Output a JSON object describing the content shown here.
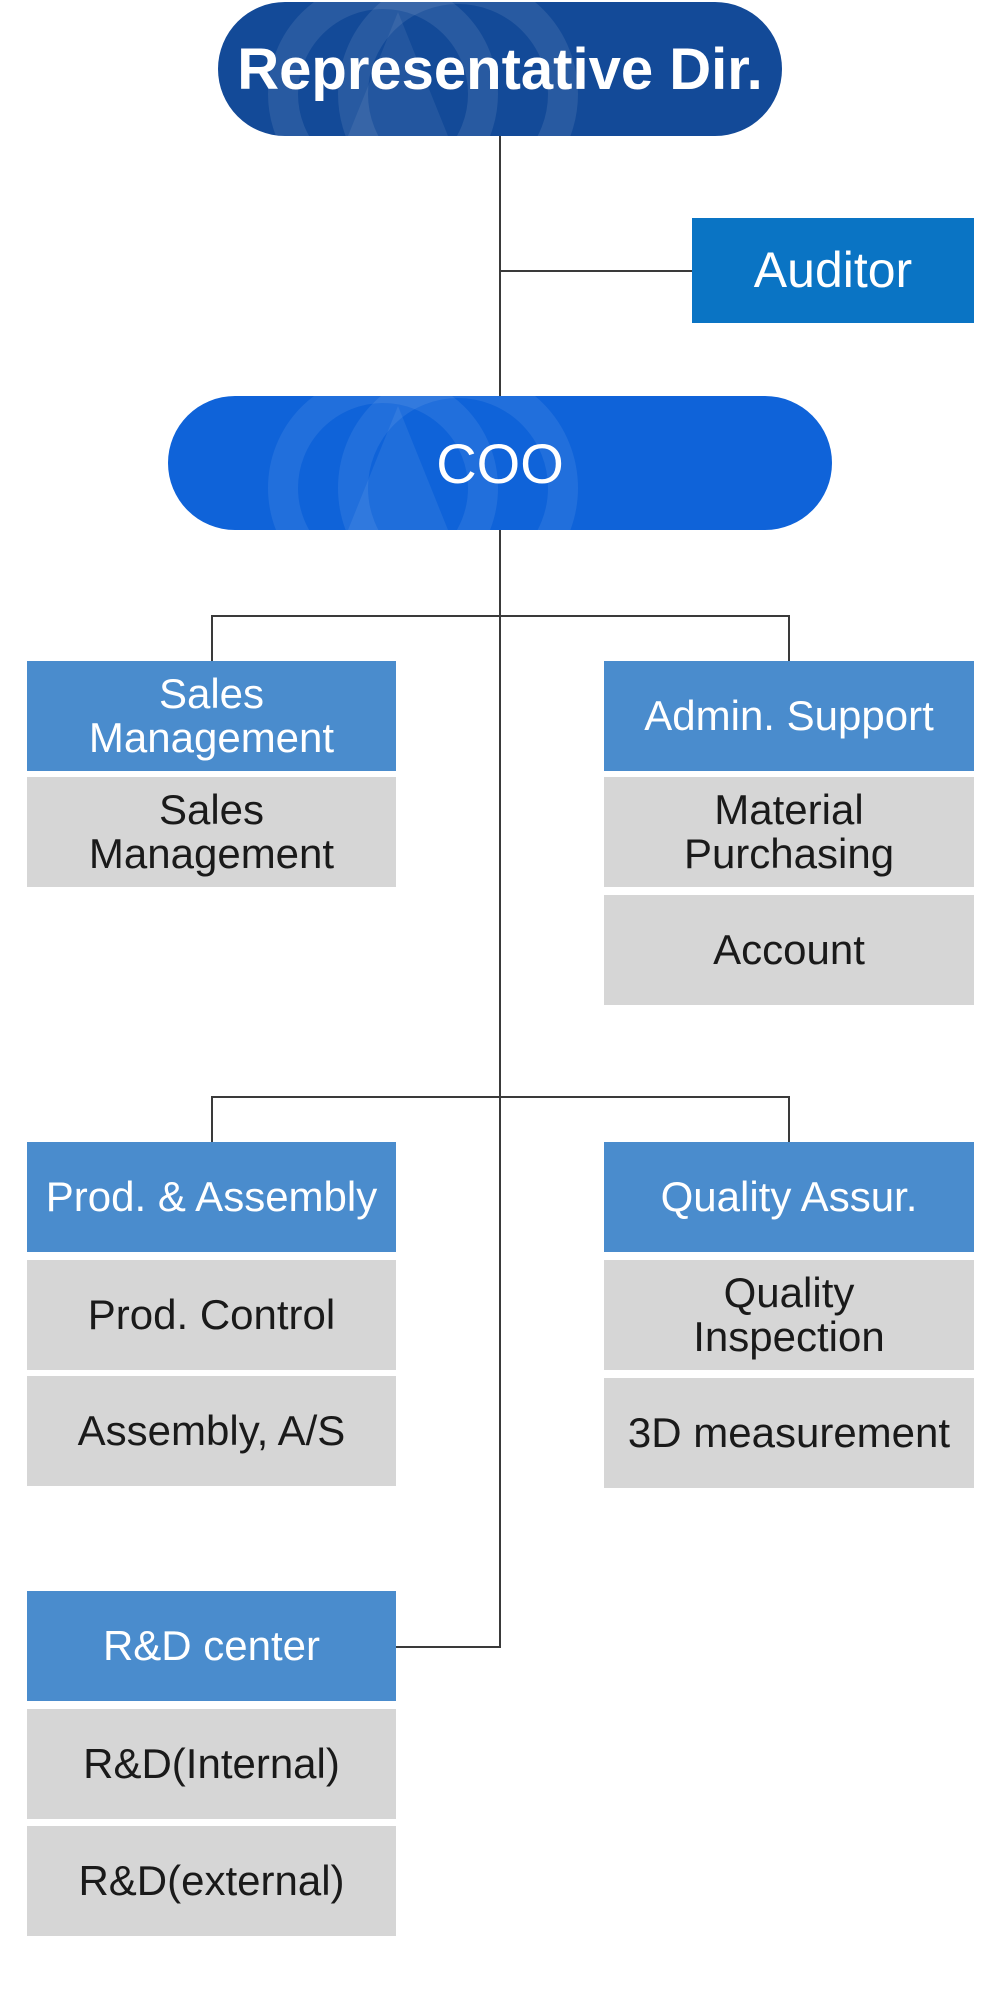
{
  "top": {
    "label": "Representative Dir.",
    "color": "#134a98"
  },
  "auditor": {
    "label": "Auditor",
    "color": "#0a74c4"
  },
  "coo": {
    "label": "COO",
    "color": "#0f63d9"
  },
  "departments": {
    "sales": {
      "title": "Sales Management",
      "units": [
        "Sales Management"
      ]
    },
    "admin": {
      "title": "Admin. Support",
      "units": [
        "Material Purchasing",
        "Account"
      ]
    },
    "production": {
      "title": "Prod. & Assembly",
      "units": [
        "Prod. Control",
        "Assembly, A/S"
      ]
    },
    "quality": {
      "title": "Quality Assur.",
      "units": [
        "Quality Inspection",
        "3D measurement"
      ]
    },
    "rnd": {
      "title": "R&D center",
      "units": [
        "R&D(Internal)",
        "R&D(external)"
      ]
    }
  },
  "colors": {
    "dept_header": "#4a8ccd",
    "unit_box": "#d6d6d6",
    "connector": "#3a3a3a"
  }
}
